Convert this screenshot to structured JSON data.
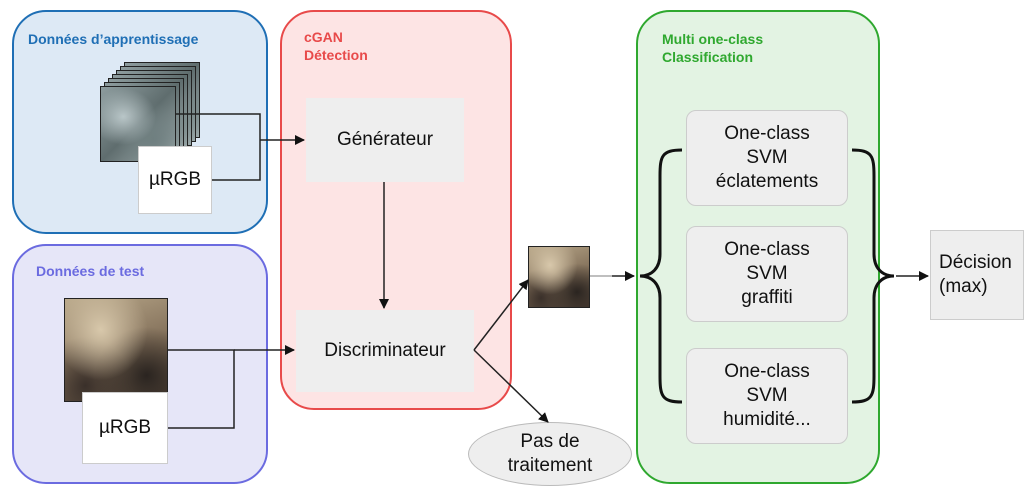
{
  "panels": {
    "training": {
      "title": "Données d’apprentissage",
      "color": "#1f6fb5",
      "fill": "#dde9f5"
    },
    "test": {
      "title": "Données de test",
      "color": "#6b6be0",
      "fill": "#e6e6f8"
    },
    "cgan": {
      "title": "cGAN\nDétection",
      "color": "#e84a4a",
      "fill": "#fde4e4"
    },
    "classification": {
      "title": "Multi one-class\nClassification",
      "color": "#2fa82f",
      "fill": "#e3f3e3"
    }
  },
  "training_input": {
    "rgb_label": "µRGB"
  },
  "test_input": {
    "rgb_label": "µRGB"
  },
  "generator": {
    "label": "Générateur"
  },
  "discriminator": {
    "label": "Discriminateur"
  },
  "no_processing": {
    "label": "Pas de\ntraitement"
  },
  "classifiers": [
    {
      "label": "One-class\nSVM\néclatements"
    },
    {
      "label": "One-class\nSVM\ngraffiti"
    },
    {
      "label": "One-class\nSVM\nhumidité..."
    }
  ],
  "decision": {
    "label": "Décision\n(max)"
  },
  "icons": {
    "training_images": "image-stack-icon",
    "test_image": "image-icon",
    "detected_patch": "image-icon"
  }
}
